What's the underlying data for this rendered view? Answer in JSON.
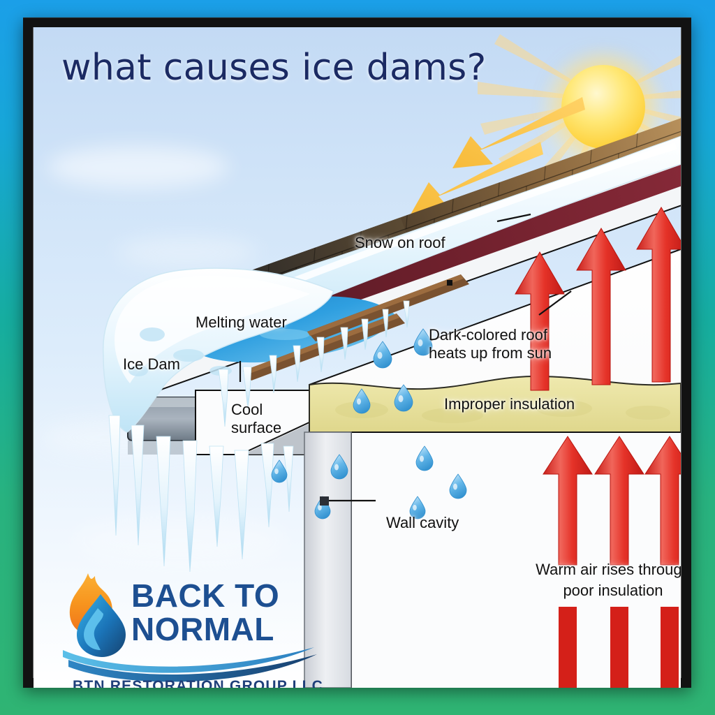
{
  "poster": {
    "title": "what causes ice dams?"
  },
  "labels": {
    "snow_on_roof": "Snow on roof",
    "melting_water": "Melting water",
    "dark_roof": "Dark-colored roof heats up from sun",
    "ice_dam": "Ice Dam",
    "cool_surface": "Cool surface",
    "improper_insulation": "Improper insulation",
    "wall_cavity": "Wall cavity",
    "warm_air": "Warm air rises through poor insulation"
  },
  "logo": {
    "line1": "BACK TO",
    "line2": "NORMAL",
    "tagline": "BTN RESTORATION GROUP LLC"
  },
  "colors": {
    "frame": "#121212",
    "title_navy": "#1b2a63",
    "brand_blue": "#1d4f91",
    "brand_flame_orange": "#f58220",
    "brand_water_blue": "#2ba6de",
    "heat_arrow_red": "#e2281f",
    "sun_yellow": "#fdd23f",
    "insulation_yellow": "#e9e39a",
    "fascia_red": "#6d1f2c",
    "ice_blue": "#8fd0f0",
    "outer_top": "#1b9fe8",
    "outer_bottom": "#2fb473"
  }
}
